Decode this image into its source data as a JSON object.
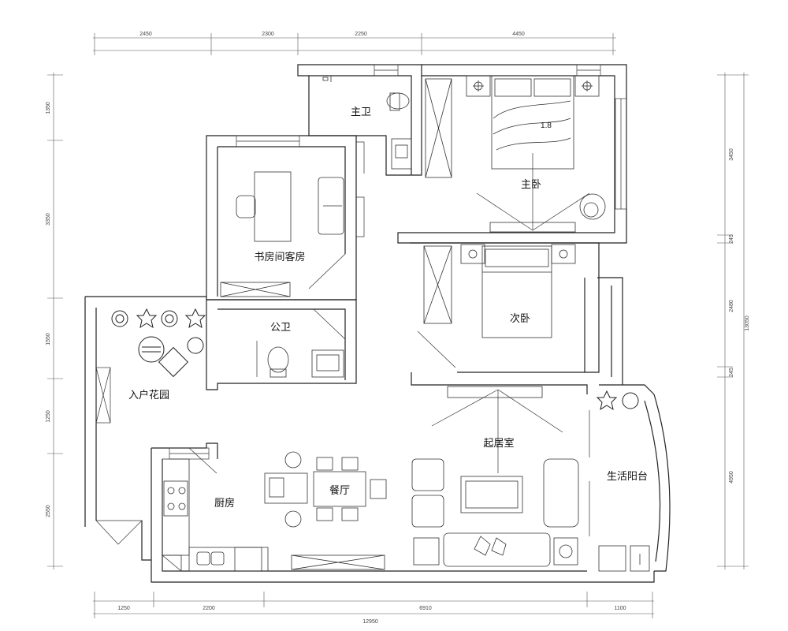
{
  "rooms": {
    "master_bath": "主卫",
    "master_bedroom": "主卧",
    "bed_size": "1.8",
    "study": "书房间客房",
    "public_bath": "公卫",
    "second_bedroom": "次卧",
    "entry_garden": "入户花园",
    "living_room": "起居室",
    "dining": "餐厅",
    "kitchen": "厨房",
    "balcony": "生活阳台"
  },
  "dimensions": {
    "top": [
      "2450",
      "2300",
      "2250",
      "4450"
    ],
    "bottom": [
      "1250",
      "2200",
      "6910",
      "1100"
    ],
    "bottom_total": "12950",
    "left": [
      "1350",
      "3350",
      "1550",
      "1250",
      "2550"
    ],
    "right": [
      "3450",
      "245",
      "2480",
      "245",
      "4950"
    ],
    "right_total": "13050"
  }
}
